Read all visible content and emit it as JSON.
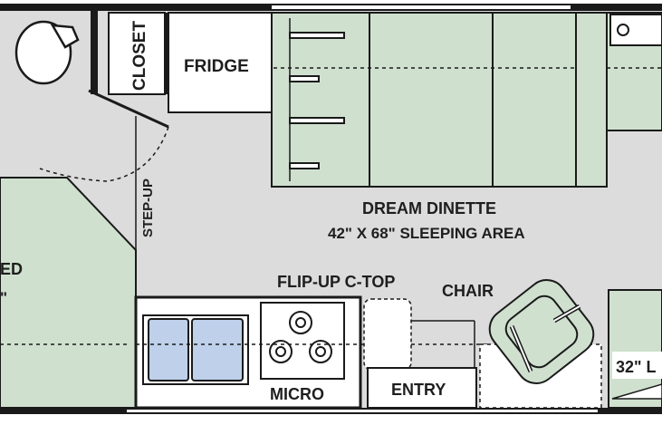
{
  "labels": {
    "closet": "CLOSET",
    "fridge": "FRIDGE",
    "dinette_title": "DREAM DINETTE",
    "dinette_size": "42\" X 68\" SLEEPING AREA",
    "step_up": "STEP-UP",
    "bed_fragment": "ED",
    "bed_size_fragment": "\"",
    "flip_up": "FLIP-UP C-TOP",
    "chair": "CHAIR",
    "micro": "MICRO",
    "entry": "ENTRY",
    "tv": "32\" L"
  },
  "colors": {
    "floor": "#dcdcdc",
    "furniture_green": "#cfe0cf",
    "sink_blue": "#bed0ea",
    "wall": "#1a1a1a"
  }
}
